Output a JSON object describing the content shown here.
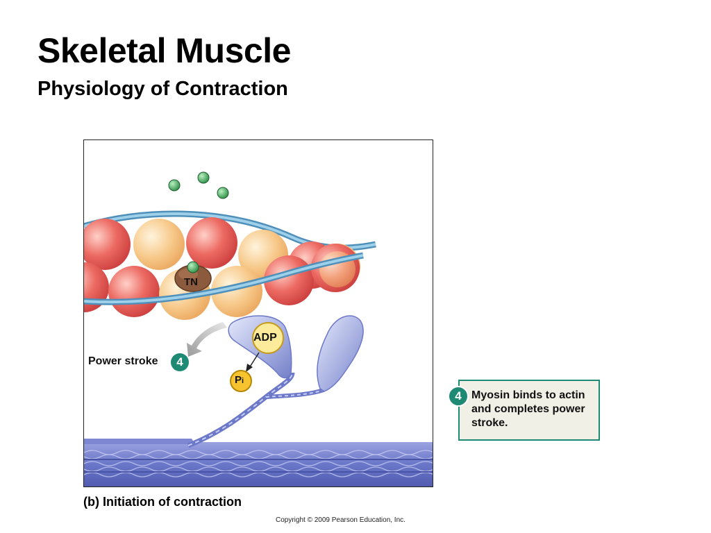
{
  "slide": {
    "title": "Skeletal Muscle",
    "subtitle": "Physiology of Contraction"
  },
  "figure": {
    "labels": {
      "power_stroke": "Power stroke",
      "step_number": "4",
      "troponin": "TN",
      "adp": "ADP",
      "pi_main": "P",
      "pi_sub": "i"
    },
    "caption": "(b) Initiation of contraction",
    "copyright": "Copyright © 2009 Pearson Education, Inc.",
    "colors": {
      "actin_light": "#f7c98a",
      "actin_red": "#e04848",
      "tropomyosin": "#79b4d6",
      "myosin": "#8a96d6",
      "thick_filament": "#6672c4",
      "calcium": "#3e9f56",
      "accent": "#1f8a74"
    }
  },
  "step": {
    "number": "4",
    "text": "Myosin binds to actin and completes power stroke."
  }
}
